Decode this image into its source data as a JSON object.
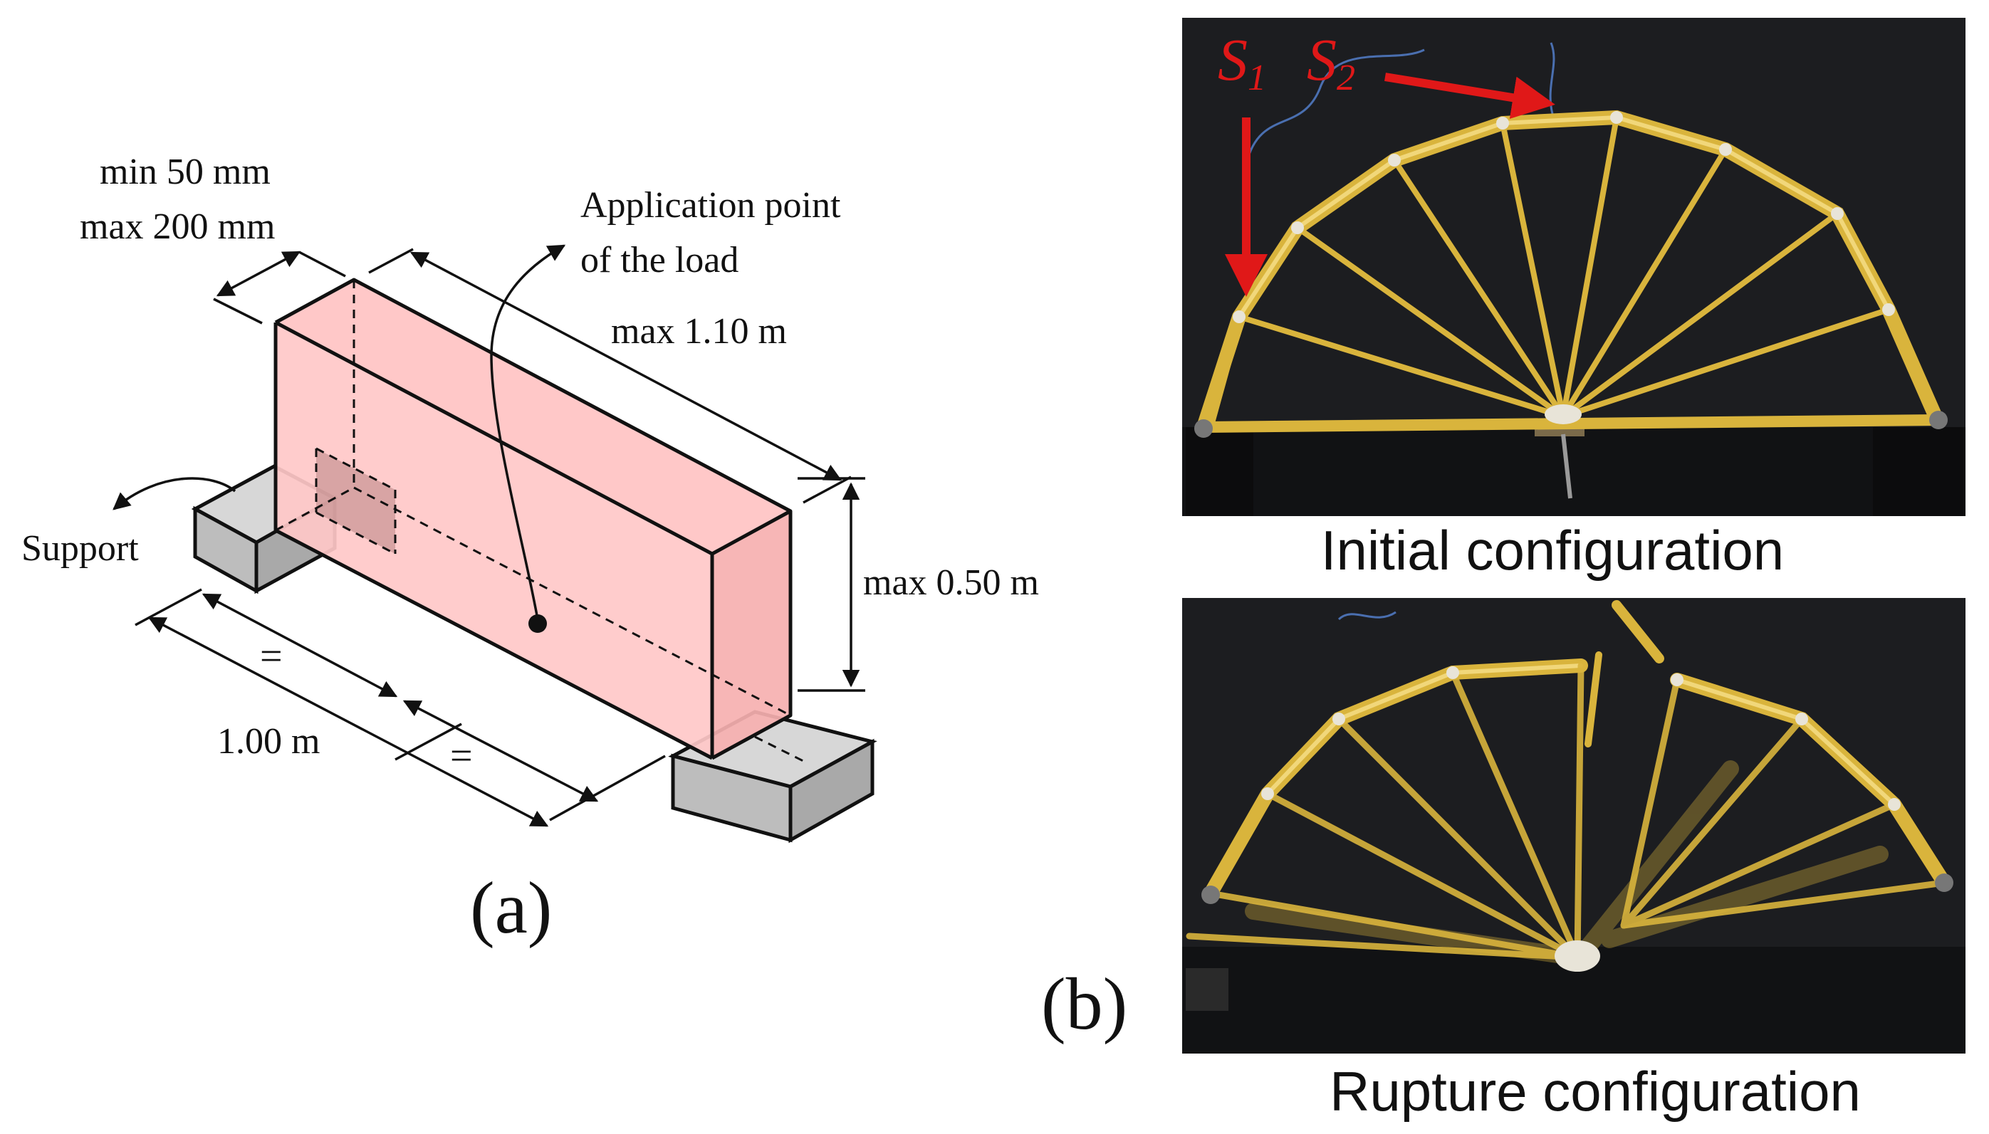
{
  "panel_a": {
    "label": "(a)",
    "width_label_line1": "min 50 mm",
    "width_label_line2": "max 200 mm",
    "load_label_line1": "Application point",
    "load_label_line2": "of the load",
    "length_label": "max 1.10 m",
    "height_label": "max 0.50 m",
    "support_label": "Support",
    "span_label": "1.00 m",
    "equal_mark_left": "=",
    "equal_mark_right": "="
  },
  "panel_b": {
    "label": "(b)",
    "initial_caption": "Initial configuration",
    "rupture_caption": "Rupture configuration",
    "sensor_1_letter": "S",
    "sensor_1_sub": "1",
    "sensor_2_letter": "S",
    "sensor_2_sub": "2"
  },
  "colors": {
    "beam_fill": "#ffc8c8",
    "support_fill": "#c8c8c8",
    "sensor_annotation": "#e01818",
    "photo_background": "#1c1d20",
    "balsa_stick": "#d9b43c"
  }
}
